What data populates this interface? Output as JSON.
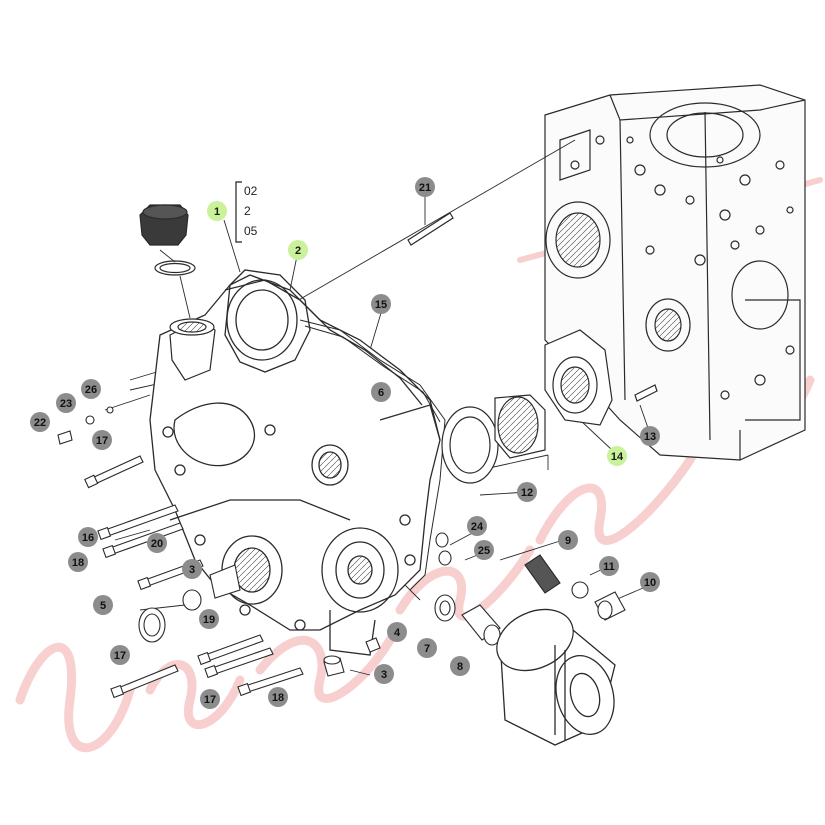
{
  "colors": {
    "callout_fill": "#8c8c8c",
    "callout_highlight": "#c9f29b",
    "callout_text_dark": "#1a1a1a",
    "callout_text_light": "#111111",
    "line": "#2b2b2b",
    "watermark": "#e84c4c"
  },
  "variant_bracket": [
    "02",
    "2",
    "05"
  ],
  "callouts": [
    {
      "id": "c1",
      "label": "1",
      "highlight": true
    },
    {
      "id": "c2",
      "label": "2",
      "highlight": true
    },
    {
      "id": "c3a",
      "label": "3",
      "highlight": false
    },
    {
      "id": "c3b",
      "label": "3",
      "highlight": false
    },
    {
      "id": "c4",
      "label": "4",
      "highlight": false
    },
    {
      "id": "c5",
      "label": "5",
      "highlight": false
    },
    {
      "id": "c6",
      "label": "6",
      "highlight": false
    },
    {
      "id": "c7",
      "label": "7",
      "highlight": false
    },
    {
      "id": "c8",
      "label": "8",
      "highlight": false
    },
    {
      "id": "c9",
      "label": "9",
      "highlight": false
    },
    {
      "id": "c10",
      "label": "10",
      "highlight": false
    },
    {
      "id": "c11",
      "label": "11",
      "highlight": false
    },
    {
      "id": "c12",
      "label": "12",
      "highlight": false
    },
    {
      "id": "c13",
      "label": "13",
      "highlight": false
    },
    {
      "id": "c14",
      "label": "14",
      "highlight": true
    },
    {
      "id": "c15",
      "label": "15",
      "highlight": false
    },
    {
      "id": "c16",
      "label": "16",
      "highlight": false
    },
    {
      "id": "c17a",
      "label": "17",
      "highlight": false
    },
    {
      "id": "c17b",
      "label": "17",
      "highlight": false
    },
    {
      "id": "c17c",
      "label": "17",
      "highlight": false
    },
    {
      "id": "c18a",
      "label": "18",
      "highlight": false
    },
    {
      "id": "c18b",
      "label": "18",
      "highlight": false
    },
    {
      "id": "c19",
      "label": "19",
      "highlight": false
    },
    {
      "id": "c20",
      "label": "20",
      "highlight": false
    },
    {
      "id": "c21",
      "label": "21",
      "highlight": false
    },
    {
      "id": "c22",
      "label": "22",
      "highlight": false
    },
    {
      "id": "c23",
      "label": "23",
      "highlight": false
    },
    {
      "id": "c24",
      "label": "24",
      "highlight": false
    },
    {
      "id": "c25",
      "label": "25",
      "highlight": false
    },
    {
      "id": "c26",
      "label": "26",
      "highlight": false
    }
  ]
}
